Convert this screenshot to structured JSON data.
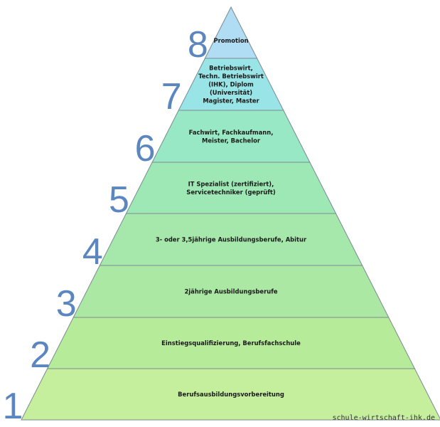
{
  "levels": [
    {
      "number": "1",
      "lines": [
        "Berufsausbildungsvorbereitung"
      ],
      "color": "#c5ef9d"
    },
    {
      "number": "2",
      "lines": [
        "Einstiegsqualifizierung, Berufsfachschule"
      ],
      "color": "#b6eb9a"
    },
    {
      "number": "3",
      "lines": [
        "2jährige Ausbildungsberufe"
      ],
      "color": "#abe8a3"
    },
    {
      "number": "4",
      "lines": [
        "3- oder 3,5jährige Ausbildungsberufe, Abitur"
      ],
      "color": "#a6e8ac"
    },
    {
      "number": "5",
      "lines": [
        "IT Spezialist (zertifiziert),",
        "Servicetechniker (geprüft)"
      ],
      "color": "#9ee8b6"
    },
    {
      "number": "6",
      "lines": [
        "Fachwirt, Fachkaufmann,",
        "Meister, Bachelor"
      ],
      "color": "#98e8c6"
    },
    {
      "number": "7",
      "lines": [
        "Betriebswirt,",
        "Techn. Betriebswirt",
        "(IHK), Diplom",
        "(Universität)",
        "Magister, Master"
      ],
      "color": "#98e4e6"
    },
    {
      "number": "8",
      "lines": [
        "Promotion"
      ],
      "color": "#b0dcf4"
    }
  ],
  "watermark": "schule-wirtschaft-ihk.de"
}
